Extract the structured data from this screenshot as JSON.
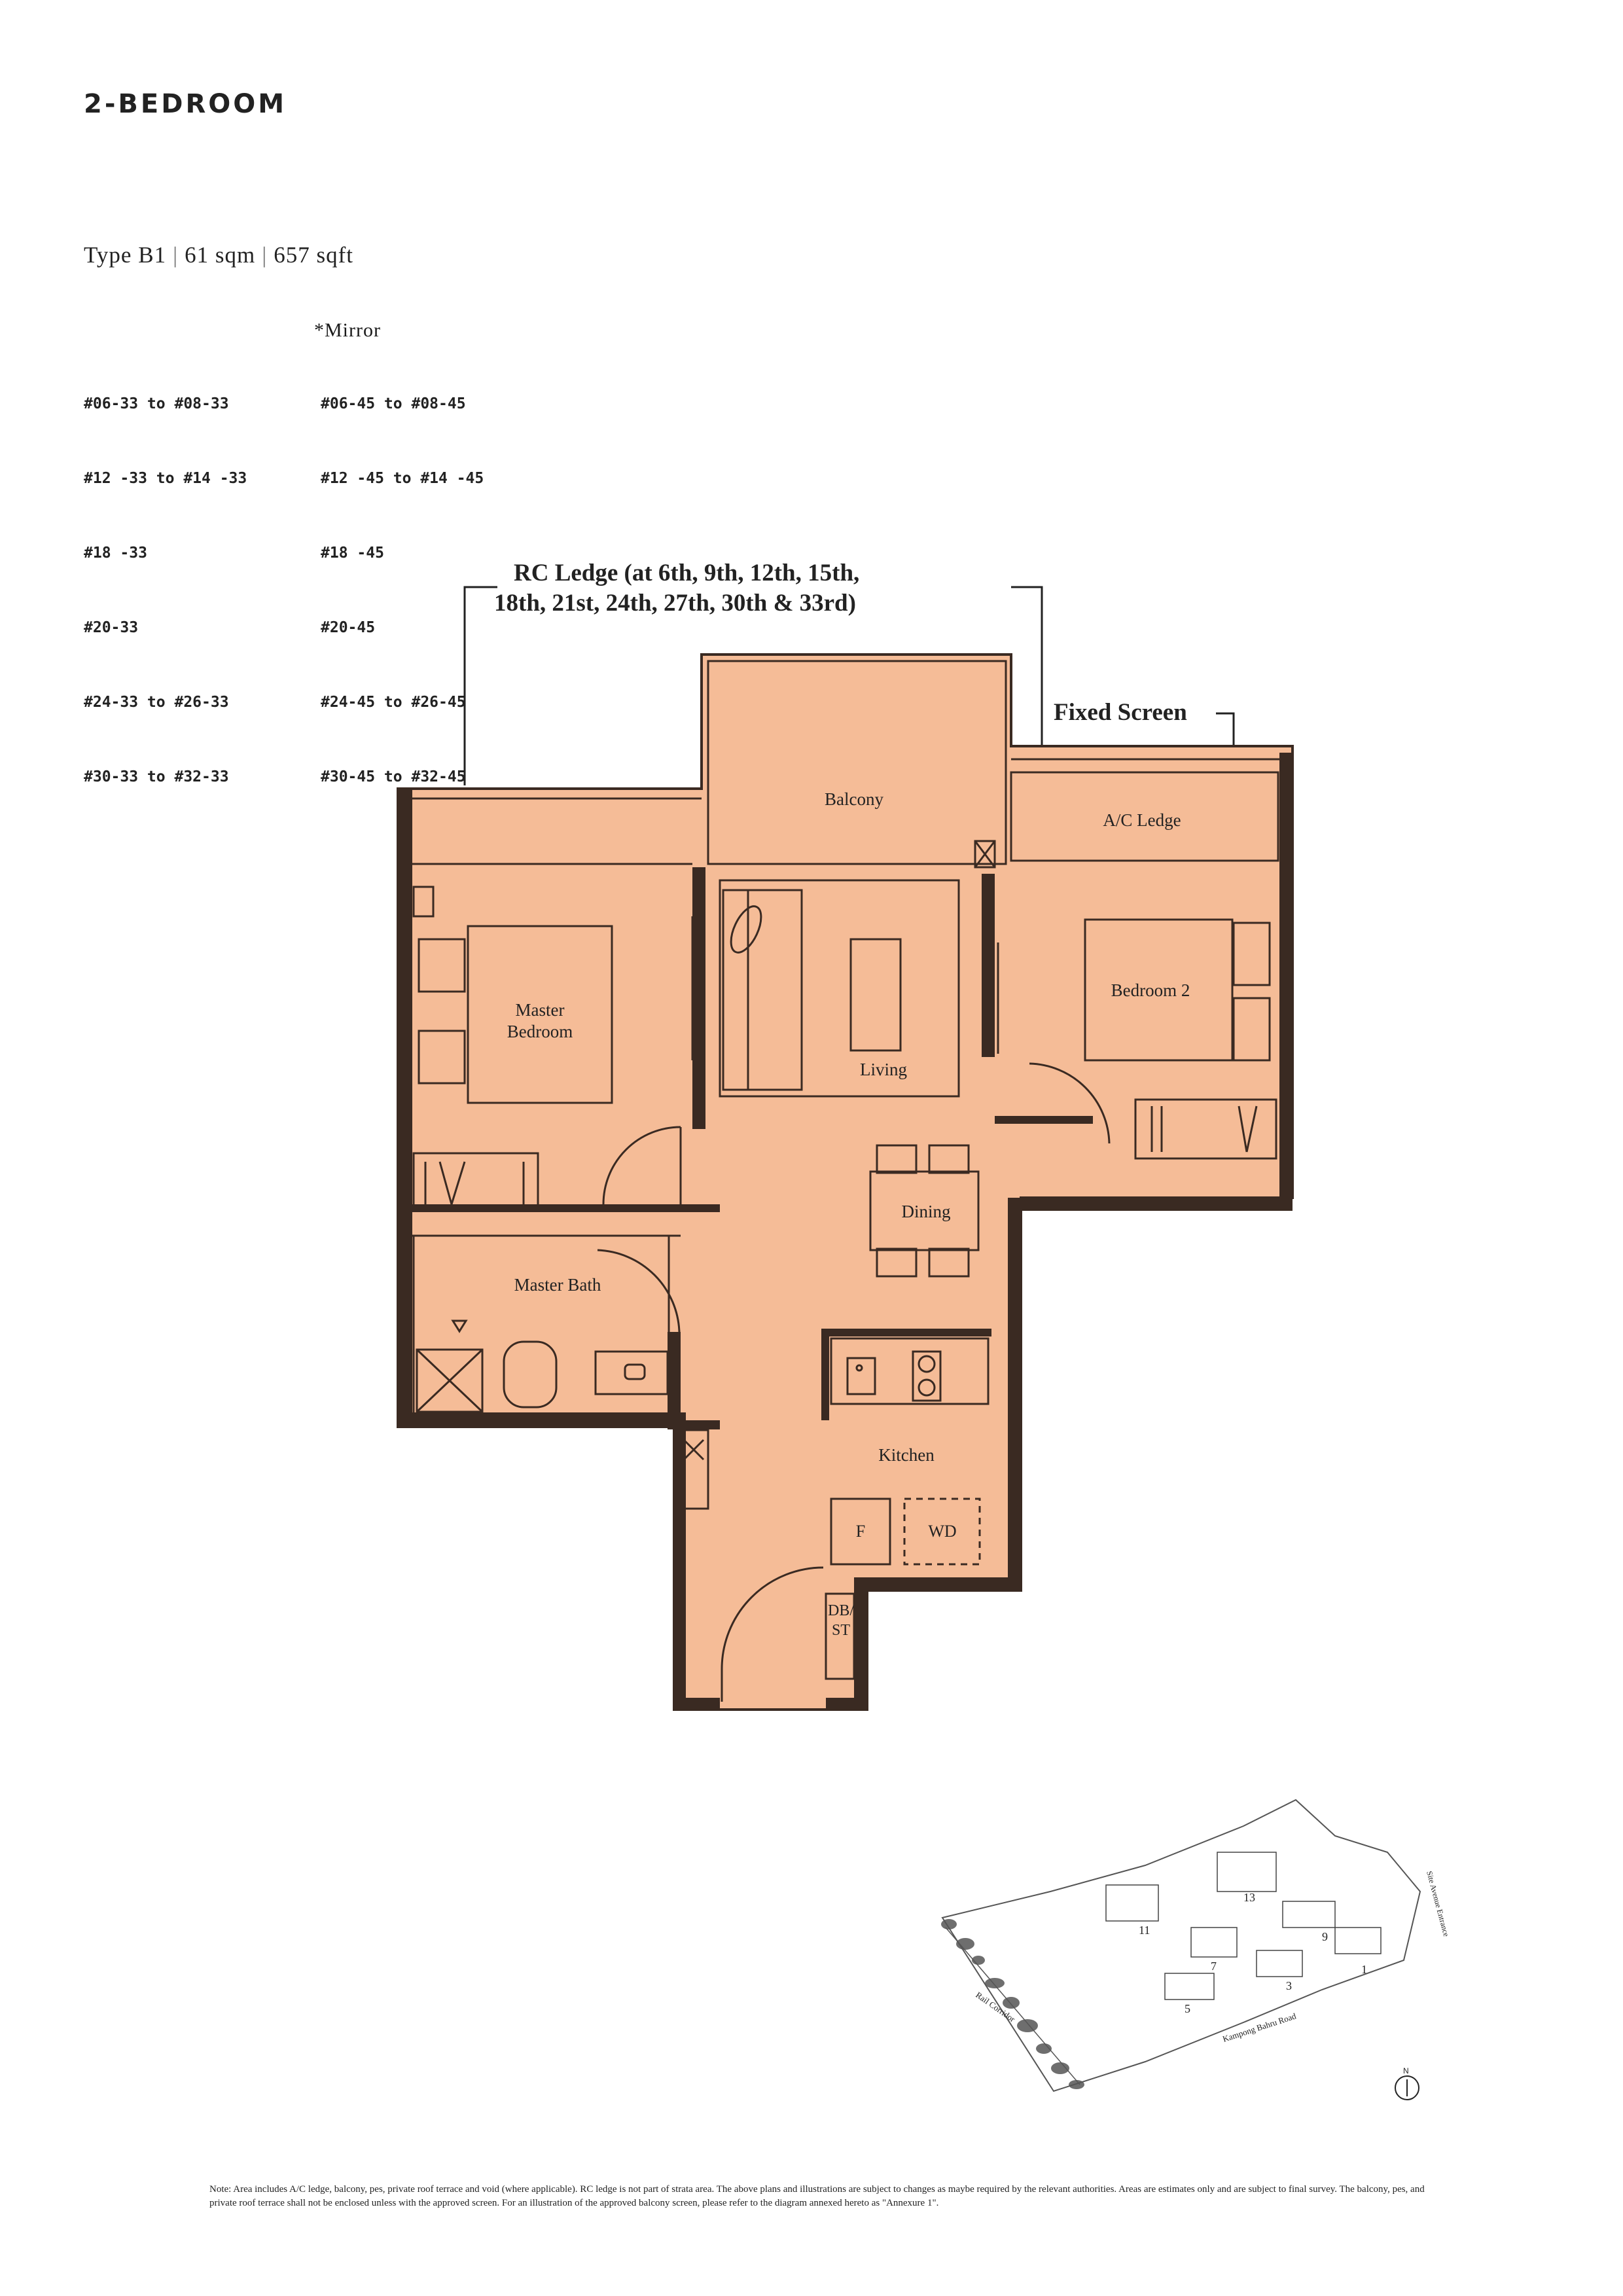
{
  "heading": "2-BEDROOM",
  "unit_type": {
    "type": "Type B1",
    "area_sqm": "61 sqm",
    "area_sqft": "657 sqft",
    "separator": "|"
  },
  "units": {
    "mirror_label": "*Mirror",
    "left": [
      "#06-33 to #08-33",
      "#12 -33 to #14 -33",
      "#18 -33",
      "#20-33",
      "#24-33 to #26-33",
      "#30-33 to #32-33"
    ],
    "right": [
      "#06-45 to #08-45",
      "#12 -45 to #14 -45",
      "#18 -45",
      "#20-45",
      "#24-45 to #26-45",
      "#30-45 to #32-45"
    ]
  },
  "plan": {
    "rc_ledge_line1": "RC Ledge (at 6th, 9th, 12th, 15th,",
    "rc_ledge_line2": "18th, 21st, 24th, 27th, 30th & 33rd)",
    "fixed_screen": "Fixed Screen",
    "rooms": {
      "balcony": "Balcony",
      "ac_ledge": "A/C Ledge",
      "master_bedroom_1": "Master",
      "master_bedroom_2": "Bedroom",
      "living": "Living",
      "bedroom2": "Bedroom 2",
      "dining": "Dining",
      "master_bath": "Master Bath",
      "kitchen": "Kitchen",
      "fridge": "F",
      "washer_dryer": "WD",
      "dbst_1": "DB/",
      "dbst_2": "ST"
    },
    "colors": {
      "floor": "#f5bc97",
      "wall": "#3a2a22",
      "line": "#4a3a30"
    }
  },
  "keyplan": {
    "blocks": [
      "1",
      "3",
      "5",
      "7",
      "9",
      "11",
      "13"
    ],
    "rail_corridor": "Rail Corridor",
    "road": "Kampong Bahru Road",
    "entrance": "Site Avenue Entrance",
    "north": "N"
  },
  "footnote": "Note: Area includes A/C ledge, balcony, pes, private roof terrace and void (where applicable). RC ledge is not part of strata area. The above plans and illustrations are subject to changes as maybe required by the relevant authorities. Areas are estimates only and are subject to final survey. The balcony, pes, and private roof terrace shall not be enclosed unless with the approved screen. For an illustration of the approved balcony screen, please refer to the diagram annexed hereto as \"Annexure 1\"."
}
